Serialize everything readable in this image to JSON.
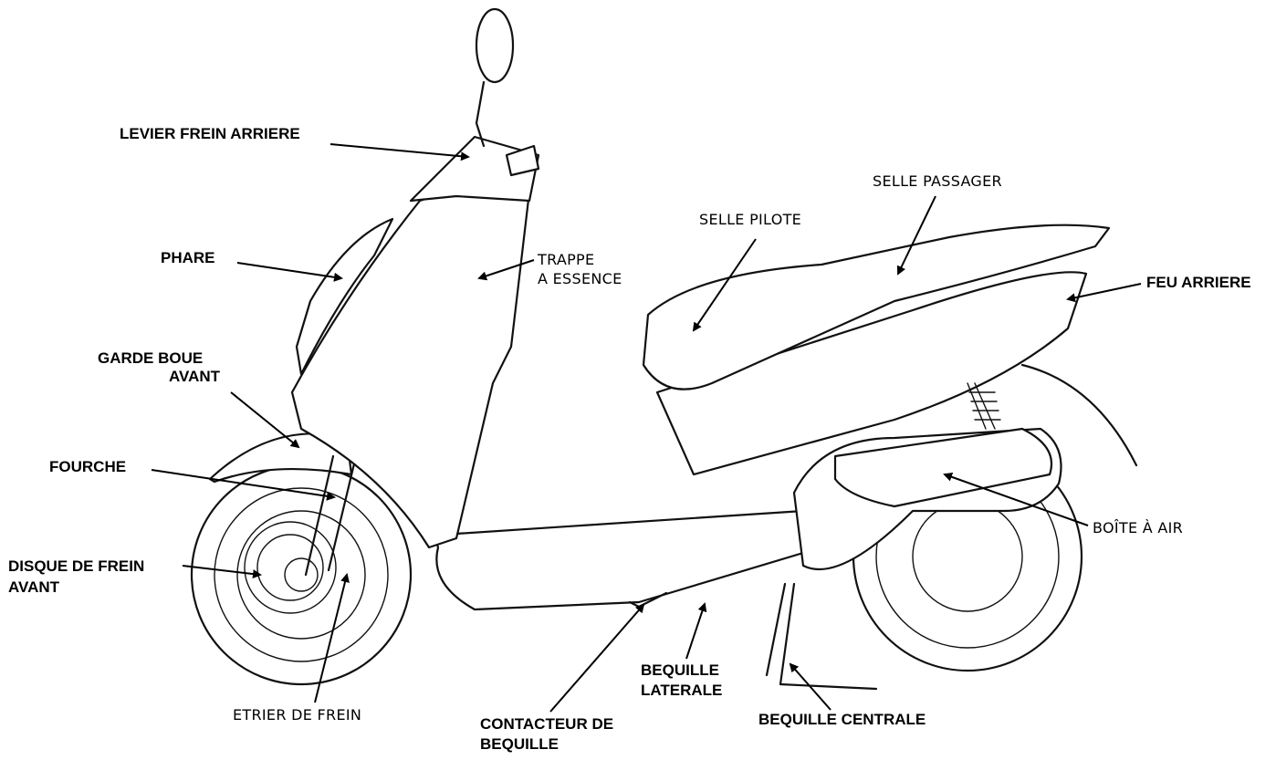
{
  "diagram": {
    "labels": {
      "levier_frein_arriere": "LEVIER FREIN ARRIERE",
      "phare": "PHARE",
      "garde_boue_1": "GARDE BOUE",
      "garde_boue_2": "AVANT",
      "fourche": "FOURCHE",
      "disque_1": "DISQUE DE FREIN",
      "disque_2": "AVANT",
      "etrier": "ETRIER DE FREIN",
      "trappe_1": "TRAPPE",
      "trappe_2": "A ESSENCE",
      "selle_pilote": "SELLE PILOTE",
      "selle_passager": "SELLE PASSAGER",
      "feu_arriere": "FEU  ARRIERE",
      "boite_air": "BOÎTE À AIR",
      "bequille_laterale_1": "BEQUILLE",
      "bequille_laterale_2": "LATERALE",
      "contacteur_1": "CONTACTEUR DE",
      "contacteur_2": "BEQUILLE",
      "bequille_centrale": "BEQUILLE CENTRALE"
    },
    "colors": {
      "ink": "#000000",
      "background": "#ffffff"
    }
  }
}
